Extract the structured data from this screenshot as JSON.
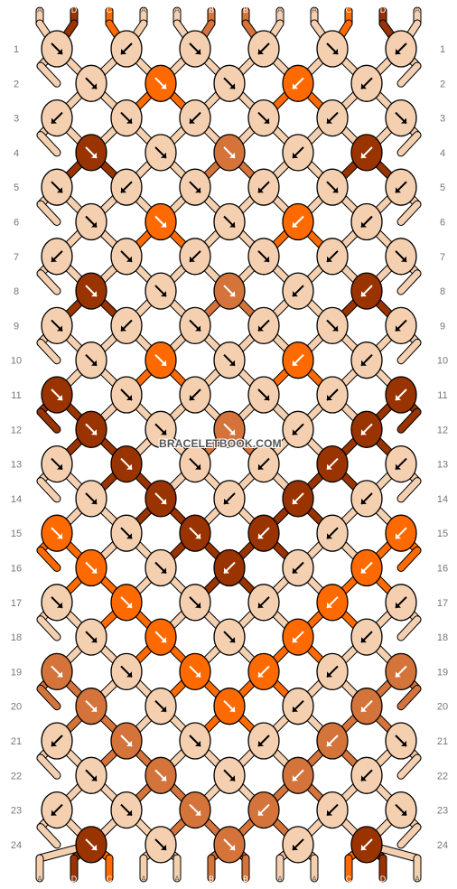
{
  "colors": {
    "A": "#f5d0b0",
    "B": "#d4733a",
    "C": "#ff6a00",
    "D": "#993300"
  },
  "strand_letters": [
    "A",
    "D",
    "C",
    "A",
    "A",
    "B",
    "B",
    "A",
    "A",
    "C",
    "D",
    "A"
  ],
  "row_numbers": [
    "1",
    "2",
    "3",
    "4",
    "5",
    "6",
    "7",
    "8",
    "9",
    "10",
    "11",
    "12",
    "13",
    "14",
    "15",
    "16",
    "17",
    "18",
    "19",
    "20",
    "21",
    "22",
    "23",
    "24"
  ],
  "watermark": "BRACELETBOOK.COM",
  "knots": [
    [
      "A",
      "A",
      "A",
      "A",
      "A",
      "A"
    ],
    [
      "A",
      "C",
      "A",
      "C",
      "A"
    ],
    [
      "A",
      "A",
      "A",
      "A",
      "A",
      "A"
    ],
    [
      "D",
      "A",
      "B",
      "A",
      "D"
    ],
    [
      "A",
      "A",
      "A",
      "A",
      "A",
      "A"
    ],
    [
      "A",
      "C",
      "A",
      "C",
      "A"
    ],
    [
      "A",
      "A",
      "A",
      "A",
      "A",
      "A"
    ],
    [
      "D",
      "A",
      "B",
      "A",
      "D"
    ],
    [
      "A",
      "A",
      "A",
      "A",
      "A",
      "A"
    ],
    [
      "A",
      "C",
      "A",
      "C",
      "A"
    ],
    [
      "D",
      "A",
      "A",
      "A",
      "A",
      "D"
    ],
    [
      "D",
      "A",
      "B",
      "A",
      "D"
    ],
    [
      "A",
      "D",
      "A",
      "A",
      "D",
      "A"
    ],
    [
      "A",
      "D",
      "A",
      "D",
      "A"
    ],
    [
      "C",
      "A",
      "D",
      "D",
      "A",
      "C"
    ],
    [
      "C",
      "A",
      "D",
      "A",
      "C"
    ],
    [
      "A",
      "C",
      "A",
      "A",
      "C",
      "A"
    ],
    [
      "A",
      "C",
      "A",
      "C",
      "A"
    ],
    [
      "B",
      "A",
      "C",
      "C",
      "A",
      "B"
    ],
    [
      "B",
      "A",
      "C",
      "A",
      "B"
    ],
    [
      "A",
      "B",
      "A",
      "A",
      "B",
      "A"
    ],
    [
      "A",
      "B",
      "A",
      "B",
      "A"
    ],
    [
      "A",
      "A",
      "B",
      "B",
      "A",
      "A"
    ],
    [
      "D",
      "A",
      "B",
      "A",
      "D"
    ]
  ],
  "arrows": [
    [
      "se",
      "sw",
      "se",
      "sw",
      "se",
      "sw"
    ],
    [
      "se",
      "se",
      "se",
      "sw",
      "sw"
    ],
    [
      "sw",
      "se",
      "sw",
      "se",
      "sw",
      "se"
    ],
    [
      "se",
      "se",
      "se",
      "sw",
      "sw"
    ],
    [
      "se",
      "sw",
      "se",
      "sw",
      "se",
      "sw"
    ],
    [
      "se",
      "se",
      "se",
      "sw",
      "sw"
    ],
    [
      "sw",
      "se",
      "sw",
      "se",
      "sw",
      "se"
    ],
    [
      "se",
      "se",
      "se",
      "sw",
      "sw"
    ],
    [
      "se",
      "sw",
      "se",
      "sw",
      "se",
      "sw"
    ],
    [
      "se",
      "se",
      "se",
      "sw",
      "sw"
    ],
    [
      "se",
      "se",
      "sw",
      "se",
      "sw",
      "sw"
    ],
    [
      "se",
      "se",
      "se",
      "sw",
      "sw"
    ],
    [
      "se",
      "se",
      "se",
      "sw",
      "sw",
      "sw"
    ],
    [
      "se",
      "se",
      "sw",
      "sw",
      "sw"
    ],
    [
      "se",
      "se",
      "se",
      "sw",
      "sw",
      "sw"
    ],
    [
      "se",
      "se",
      "sw",
      "sw",
      "sw"
    ],
    [
      "se",
      "se",
      "se",
      "sw",
      "sw",
      "sw"
    ],
    [
      "se",
      "se",
      "se",
      "sw",
      "sw"
    ],
    [
      "se",
      "se",
      "se",
      "sw",
      "sw",
      "sw"
    ],
    [
      "se",
      "se",
      "se",
      "sw",
      "sw"
    ],
    [
      "sw",
      "se",
      "se",
      "sw",
      "sw",
      "se"
    ],
    [
      "se",
      "se",
      "se",
      "sw",
      "sw"
    ],
    [
      "sw",
      "se",
      "se",
      "sw",
      "sw",
      "se"
    ],
    [
      "se",
      "se",
      "se",
      "sw",
      "sw"
    ]
  ],
  "bottom_colors": [
    "A",
    "D",
    "C",
    "A",
    "A",
    "B",
    "B",
    "A",
    "A",
    "C",
    "D",
    "A"
  ]
}
